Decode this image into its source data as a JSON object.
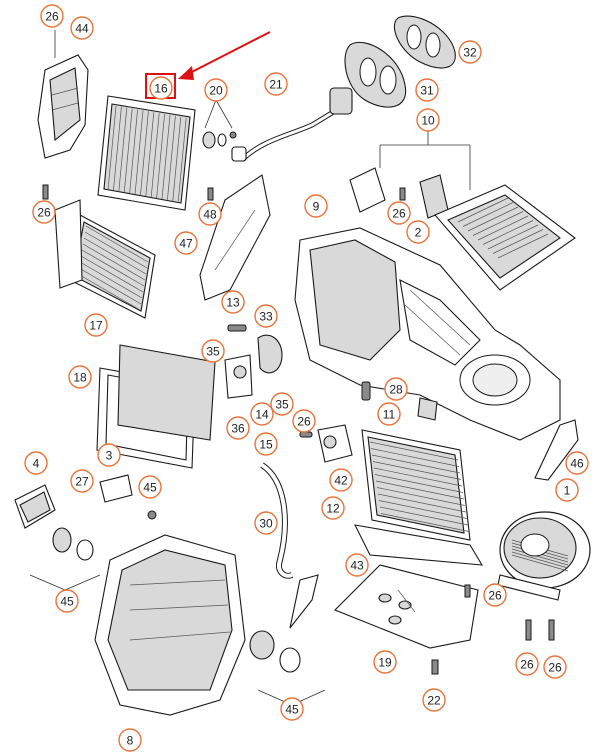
{
  "diagram": {
    "highlight": {
      "label": "16",
      "color": "#d11a1a"
    },
    "accent_color": "#e8743b",
    "callouts": [
      {
        "label": "26"
      },
      {
        "label": "44"
      },
      {
        "label": "16"
      },
      {
        "label": "20"
      },
      {
        "label": "21"
      },
      {
        "label": "32"
      },
      {
        "label": "31"
      },
      {
        "label": "10"
      },
      {
        "label": "26"
      },
      {
        "label": "48"
      },
      {
        "label": "9"
      },
      {
        "label": "26"
      },
      {
        "label": "2"
      },
      {
        "label": "47"
      },
      {
        "label": "17"
      },
      {
        "label": "13"
      },
      {
        "label": "33"
      },
      {
        "label": "35"
      },
      {
        "label": "18"
      },
      {
        "label": "28"
      },
      {
        "label": "11"
      },
      {
        "label": "14"
      },
      {
        "label": "35"
      },
      {
        "label": "36"
      },
      {
        "label": "26"
      },
      {
        "label": "15"
      },
      {
        "label": "4"
      },
      {
        "label": "3"
      },
      {
        "label": "27"
      },
      {
        "label": "45"
      },
      {
        "label": "42"
      },
      {
        "label": "46"
      },
      {
        "label": "30"
      },
      {
        "label": "12"
      },
      {
        "label": "1"
      },
      {
        "label": "45"
      },
      {
        "label": "43"
      },
      {
        "label": "26"
      },
      {
        "label": "19"
      },
      {
        "label": "26"
      },
      {
        "label": "26"
      },
      {
        "label": "45"
      },
      {
        "label": "22"
      },
      {
        "label": "8"
      }
    ]
  }
}
